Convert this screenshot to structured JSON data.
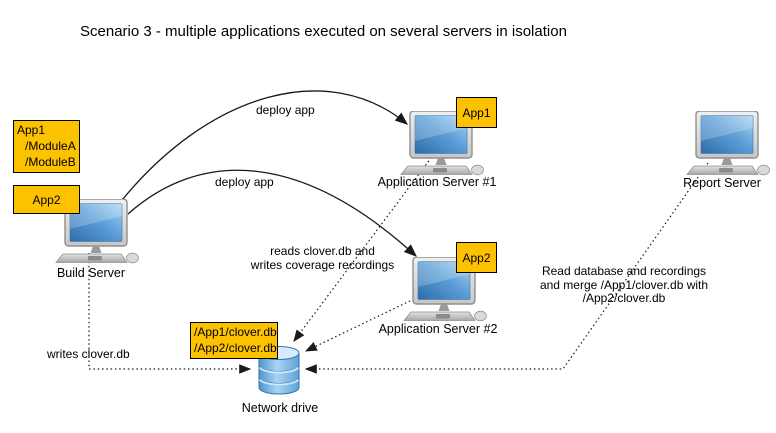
{
  "title": "Scenario 3 - multiple applications executed on several servers in isolation",
  "colors": {
    "tag_fill": "#fcc200",
    "tag_border": "#000000",
    "line_color": "#1a1a1a",
    "screen_blue": "#4a94d8",
    "cylinder_blue": "#7ab6e4"
  },
  "nodes": {
    "build_server": {
      "label": "Build Server",
      "tag1_lines": [
        "App1",
        "/ModuleA",
        "/ModuleB"
      ],
      "tag2": "App2"
    },
    "app_server_1": {
      "label": "Application Server #1",
      "tag": "App1"
    },
    "app_server_2": {
      "label": "Application Server #2",
      "tag": "App2"
    },
    "report_server": {
      "label": "Report Server"
    },
    "network_drive": {
      "label": "Network drive",
      "tag_lines": [
        "/App1/clover.db",
        "/App2/clover.db"
      ]
    }
  },
  "edges": {
    "deploy_app_1": {
      "label": "deploy app"
    },
    "deploy_app_2": {
      "label": "deploy app"
    },
    "reads_writes": {
      "lines": [
        "reads clover.db and",
        "writes coverage recordings"
      ]
    },
    "writes_clover": {
      "label": "writes clover.db"
    },
    "read_merge": {
      "lines": [
        "Read database and recordings",
        "and merge /App1/clover.db with",
        "/App2/clover.db"
      ]
    }
  }
}
